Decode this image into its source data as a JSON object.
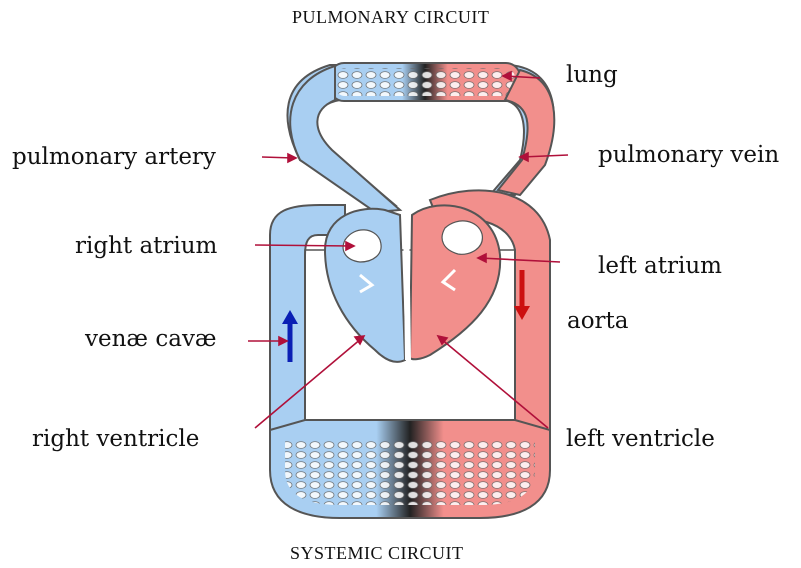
{
  "diagram": {
    "top_title": "PULMONARY CIRCUIT",
    "bottom_title": "SYSTEMIC CIRCUIT",
    "labels": {
      "lung": "lung",
      "pulmonary_artery": "pulmonary artery",
      "pulmonary_vein": "pulmonary vein",
      "right_atrium": "right atrium",
      "left_atrium": "left atrium",
      "aorta": "aorta",
      "venae_cavae": "venæ cavæ",
      "right_ventricle": "right ventricle",
      "left_ventricle": "left ventricle"
    },
    "colors": {
      "deoxygenated": "#a9cff2",
      "oxygenated": "#f28f8c",
      "outline": "#555555",
      "pointer": "#b0103a",
      "flow_up_arrow": "#0a1fb4",
      "flow_down_arrow": "#cc1010"
    }
  }
}
